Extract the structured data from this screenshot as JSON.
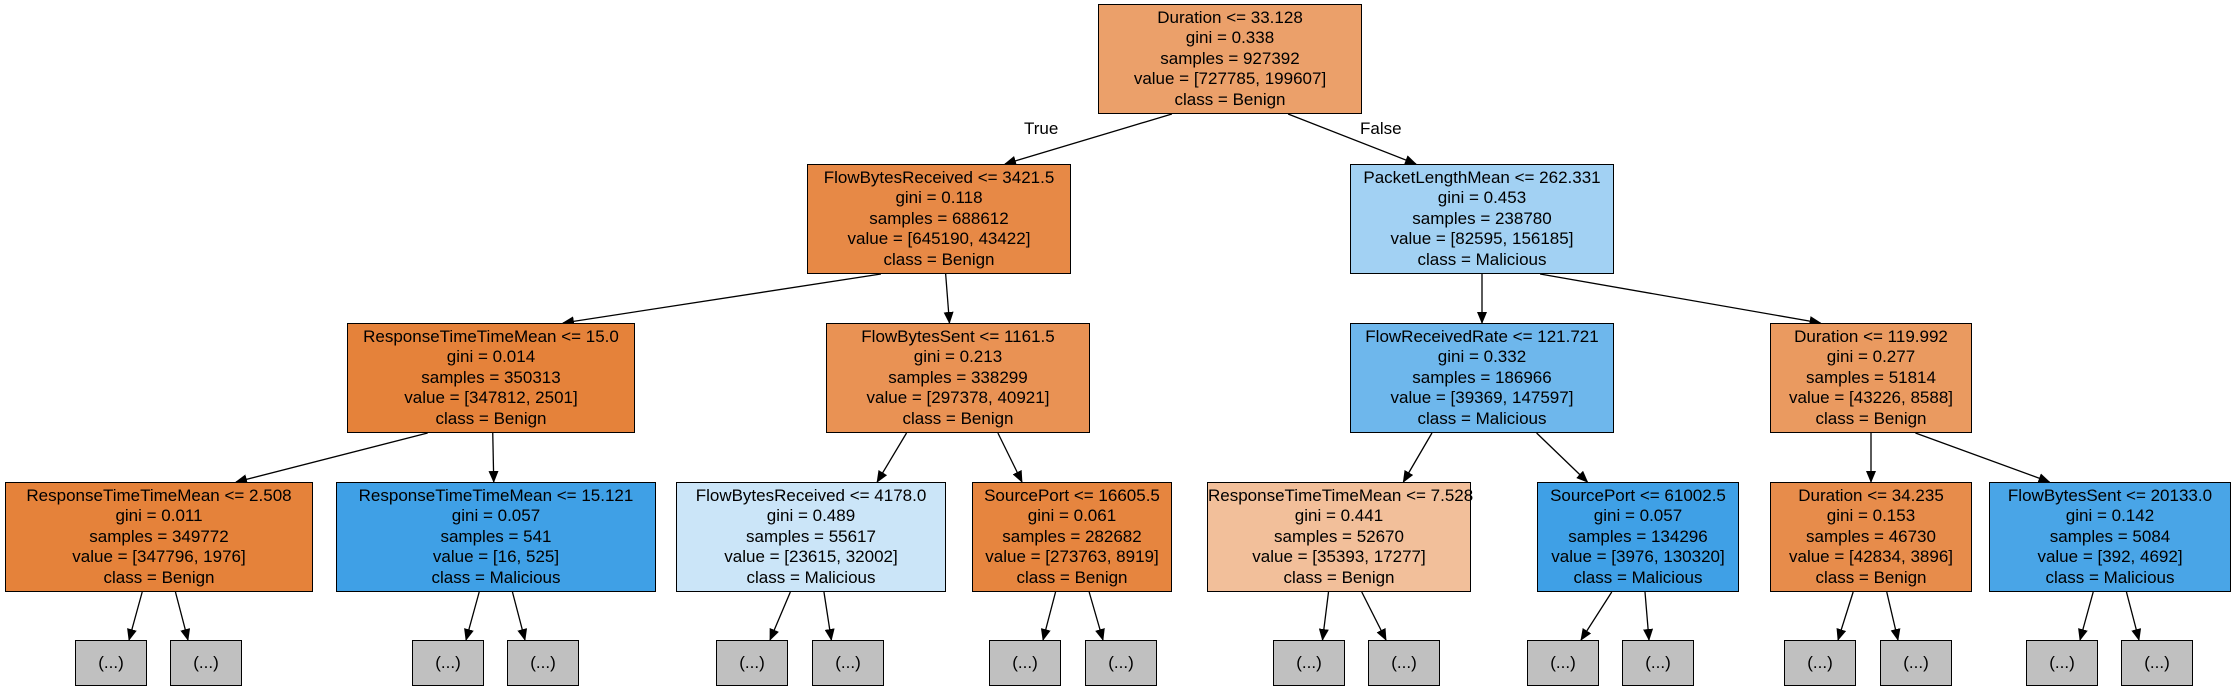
{
  "edge_labels": {
    "true_label": "True",
    "false_label": "False"
  },
  "nodes": [
    {
      "id": "n0",
      "lines": [
        "Duration <= 33.128",
        "gini = 0.338",
        "samples = 927392",
        "value = [727785, 199607]",
        "class = Benign"
      ],
      "fill": "#eba06a"
    },
    {
      "id": "n1",
      "lines": [
        "FlowBytesReceived <= 3421.5",
        "gini = 0.118",
        "samples = 688612",
        "value = [645190, 43422]",
        "class = Benign"
      ],
      "fill": "#e78946"
    },
    {
      "id": "n2",
      "lines": [
        "PacketLengthMean <= 262.331",
        "gini = 0.453",
        "samples = 238780",
        "value = [82595, 156185]",
        "class = Malicious"
      ],
      "fill": "#a2d1f3"
    },
    {
      "id": "n3",
      "lines": [
        "ResponseTimeTimeMean <= 15.0",
        "gini = 0.014",
        "samples = 350313",
        "value = [347812, 2501]",
        "class = Benign"
      ],
      "fill": "#e5823a"
    },
    {
      "id": "n4",
      "lines": [
        "FlowBytesSent <= 1161.5",
        "gini = 0.213",
        "samples = 338299",
        "value = [297378, 40921]",
        "class = Benign"
      ],
      "fill": "#e99254"
    },
    {
      "id": "n5",
      "lines": [
        "FlowReceivedRate <= 121.721",
        "gini = 0.332",
        "samples = 186966",
        "value = [39369, 147597]",
        "class = Malicious"
      ],
      "fill": "#6eb7ec"
    },
    {
      "id": "n6",
      "lines": [
        "Duration <= 119.992",
        "gini = 0.277",
        "samples = 51814",
        "value = [43226, 8588]",
        "class = Benign"
      ],
      "fill": "#ea9a60"
    },
    {
      "id": "n7",
      "lines": [
        "ResponseTimeTimeMean <= 2.508",
        "gini = 0.011",
        "samples = 349772",
        "value = [347796, 1976]",
        "class = Benign"
      ],
      "fill": "#e5823a"
    },
    {
      "id": "n8",
      "lines": [
        "ResponseTimeTimeMean <= 15.121",
        "gini = 0.057",
        "samples = 541",
        "value = [16, 525]",
        "class = Malicious"
      ],
      "fill": "#3fa0e6"
    },
    {
      "id": "n9",
      "lines": [
        "FlowBytesReceived <= 4178.0",
        "gini = 0.489",
        "samples = 55617",
        "value = [23615, 32002]",
        "class = Malicious"
      ],
      "fill": "#cbe5f8"
    },
    {
      "id": "n10",
      "lines": [
        "SourcePort <= 16605.5",
        "gini = 0.061",
        "samples = 282682",
        "value = [273763, 8919]",
        "class = Benign"
      ],
      "fill": "#e6853f"
    },
    {
      "id": "n11",
      "lines": [
        "ResponseTimeTimeMean <= 7.528",
        "gini = 0.441",
        "samples = 52670",
        "value = [35393, 17277]",
        "class = Benign"
      ],
      "fill": "#f2bf9a"
    },
    {
      "id": "n12",
      "lines": [
        "SourcePort <= 61002.5",
        "gini = 0.057",
        "samples = 134296",
        "value = [3976, 130320]",
        "class = Malicious"
      ],
      "fill": "#3fa0e6"
    },
    {
      "id": "n13",
      "lines": [
        "Duration <= 34.235",
        "gini = 0.153",
        "samples = 46730",
        "value = [42834, 3896]",
        "class = Benign"
      ],
      "fill": "#e78c4b"
    },
    {
      "id": "n14",
      "lines": [
        "FlowBytesSent <= 20133.0",
        "gini = 0.142",
        "samples = 5084",
        "value = [392, 4692]",
        "class = Malicious"
      ],
      "fill": "#49a5e7"
    }
  ],
  "leaves": [
    {
      "id": "l0",
      "text": "(...)"
    },
    {
      "id": "l1",
      "text": "(...)"
    },
    {
      "id": "l2",
      "text": "(...)"
    },
    {
      "id": "l3",
      "text": "(...)"
    },
    {
      "id": "l4",
      "text": "(...)"
    },
    {
      "id": "l5",
      "text": "(...)"
    },
    {
      "id": "l6",
      "text": "(...)"
    },
    {
      "id": "l7",
      "text": "(...)"
    },
    {
      "id": "l8",
      "text": "(...)"
    },
    {
      "id": "l9",
      "text": "(...)"
    },
    {
      "id": "l10",
      "text": "(...)"
    },
    {
      "id": "l11",
      "text": "(...)"
    },
    {
      "id": "l12",
      "text": "(...)"
    },
    {
      "id": "l13",
      "text": "(...)"
    },
    {
      "id": "l14",
      "text": "(...)"
    },
    {
      "id": "l15",
      "text": "(...)"
    }
  ]
}
